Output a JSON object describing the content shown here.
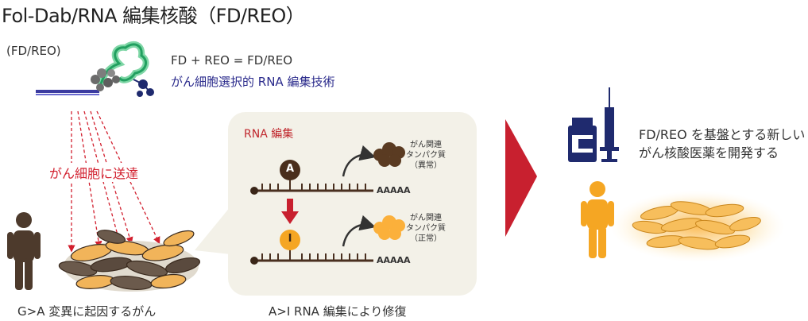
{
  "title": "Fol-Dab/RNA 編集核酸（FD/REO）",
  "molecule": {
    "label": "(FD/REO)"
  },
  "equation": "FD + REO = FD/REO",
  "technology": "がん細胞選択的 RNA 編集技術",
  "delivery_label": "がん細胞に送達",
  "left_caption": "G>A 変異に起因するがん",
  "panel": {
    "title": "RNA 編集",
    "base_before": "A",
    "base_after": "I",
    "poly_a": "AAAAA",
    "protein_abnormal": {
      "line1": "がん関連",
      "line2": "タンパク質",
      "line3": "（異常）"
    },
    "protein_normal": {
      "line1": "がん関連",
      "line2": "タンパク質",
      "line3": "（正常）"
    },
    "caption": "A>I RNA 編集により修復"
  },
  "development": {
    "line1": "FD/REO を基盤とする新しい",
    "line2": "がん核酸医薬を開発する"
  },
  "colors": {
    "accent_red": "#c8202f",
    "navy": "#1f2a6e",
    "green": "#2bb673",
    "brown": "#5a3b22",
    "orange": "#f5a623",
    "yellow": "#fbb03b"
  }
}
